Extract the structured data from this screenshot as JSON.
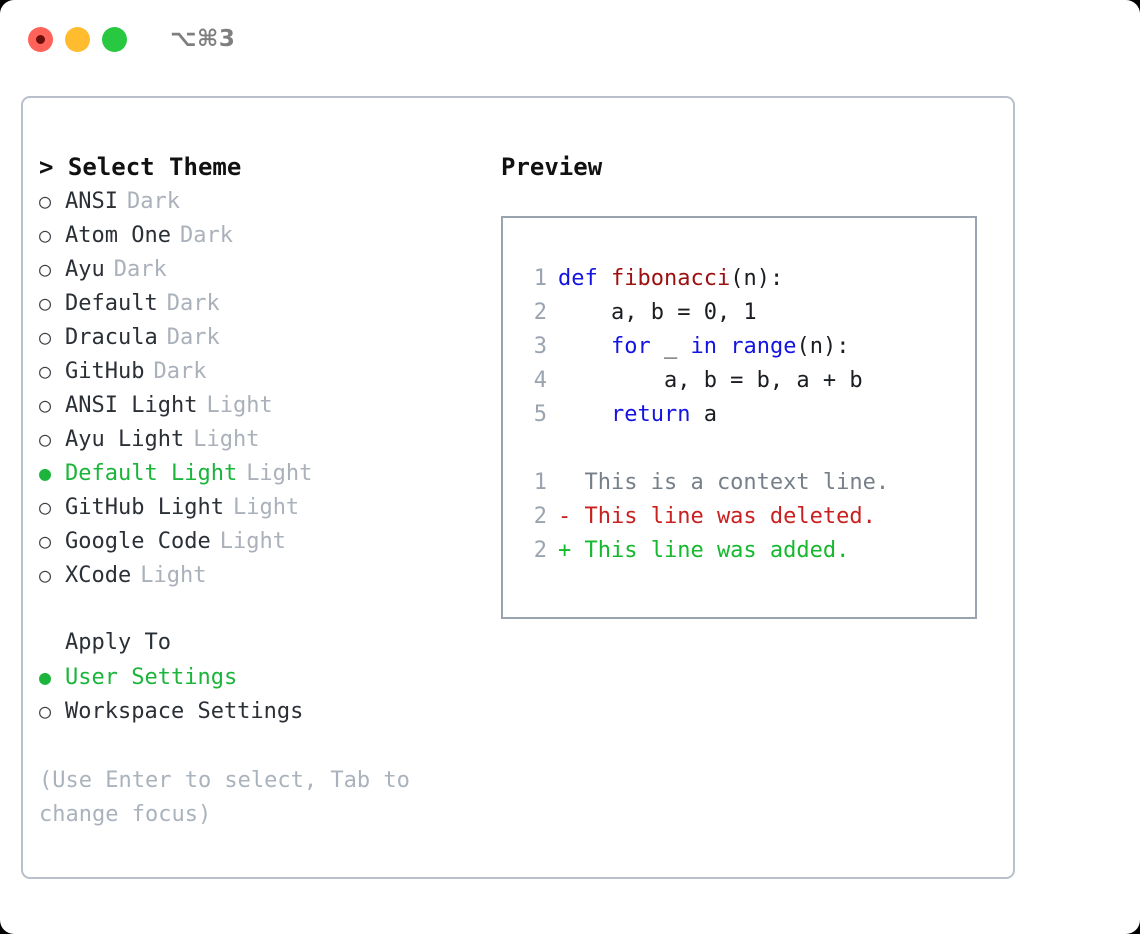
{
  "titlebar": {
    "shortcut": "⌥⌘3",
    "lights": [
      "close-light",
      "minimize-light",
      "zoom-light"
    ]
  },
  "picker": {
    "title": "> Select Theme",
    "marker_unselected": "○",
    "marker_selected": "●",
    "options": [
      {
        "label": "ANSI",
        "tag": "Dark",
        "selected": false
      },
      {
        "label": "Atom One",
        "tag": "Dark",
        "selected": false
      },
      {
        "label": "Ayu",
        "tag": "Dark",
        "selected": false
      },
      {
        "label": "Default",
        "tag": "Dark",
        "selected": false
      },
      {
        "label": "Dracula",
        "tag": "Dark",
        "selected": false
      },
      {
        "label": "GitHub",
        "tag": "Dark",
        "selected": false
      },
      {
        "label": "ANSI Light",
        "tag": "Light",
        "selected": false
      },
      {
        "label": "Ayu Light",
        "tag": "Light",
        "selected": false
      },
      {
        "label": "Default Light",
        "tag": "Light",
        "selected": true
      },
      {
        "label": "GitHub Light",
        "tag": "Light",
        "selected": false
      },
      {
        "label": "Google Code",
        "tag": "Light",
        "selected": false
      },
      {
        "label": "XCode",
        "tag": "Light",
        "selected": false
      }
    ],
    "apply_to": {
      "heading": "Apply To",
      "options": [
        {
          "label": "User Settings",
          "selected": true
        },
        {
          "label": "Workspace Settings",
          "selected": false
        }
      ]
    },
    "hint": "(Use Enter to select, Tab to change focus)"
  },
  "preview": {
    "title": "Preview",
    "code_lines": [
      {
        "no": "1",
        "tokens": [
          {
            "t": "def ",
            "c": "kw"
          },
          {
            "t": "fibonacci",
            "c": "fn"
          },
          {
            "t": "(n):",
            "c": "txt"
          }
        ]
      },
      {
        "no": "2",
        "tokens": [
          {
            "t": "    a, b = 0, 1",
            "c": "txt"
          }
        ]
      },
      {
        "no": "3",
        "tokens": [
          {
            "t": "    ",
            "c": "txt"
          },
          {
            "t": "for",
            "c": "kw"
          },
          {
            "t": " _ ",
            "c": "txt"
          },
          {
            "t": "in",
            "c": "kw"
          },
          {
            "t": " ",
            "c": "txt"
          },
          {
            "t": "range",
            "c": "kw"
          },
          {
            "t": "(n):",
            "c": "txt"
          }
        ]
      },
      {
        "no": "4",
        "tokens": [
          {
            "t": "        a, b = b, a + b",
            "c": "txt"
          }
        ]
      },
      {
        "no": "5",
        "tokens": [
          {
            "t": "    ",
            "c": "txt"
          },
          {
            "t": "return",
            "c": "kw"
          },
          {
            "t": " a",
            "c": "txt"
          }
        ]
      }
    ],
    "diff_lines": [
      {
        "no": "1",
        "tokens": [
          {
            "t": "  This is a context line.",
            "c": "ctx"
          }
        ]
      },
      {
        "no": "2",
        "tokens": [
          {
            "t": "- This line was deleted.",
            "c": "del"
          }
        ]
      },
      {
        "no": "2",
        "tokens": [
          {
            "t": "+ This line was added.",
            "c": "add"
          }
        ]
      }
    ]
  },
  "colors": {
    "accent_green": "#1bb53c",
    "keyword_blue": "#1414e0",
    "function_red": "#9c1010",
    "diff_removed": "#c92020",
    "diff_added": "#16b82e",
    "muted_gray": "#9aa3b0"
  }
}
